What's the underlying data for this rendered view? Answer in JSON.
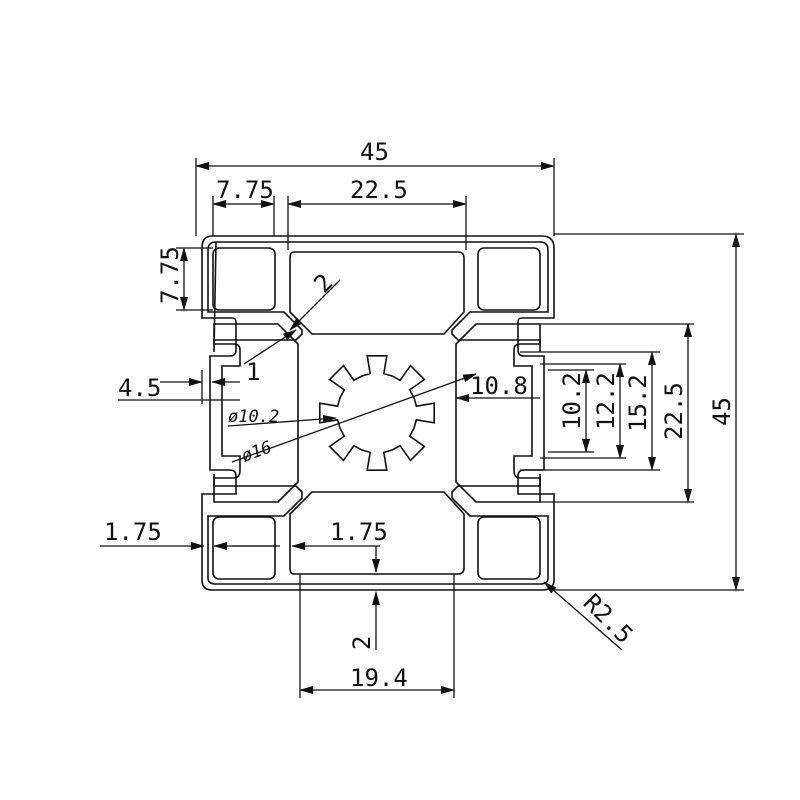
{
  "colors": {
    "ink": "#111111",
    "background": "#ffffff"
  },
  "dimensions": {
    "overall_width": "45",
    "overall_height": "45",
    "corner_pocket_width": "7.75",
    "corner_pocket_height": "7.75",
    "center_slot_width": "22.5",
    "web_thickness": "2",
    "slot_lip": "1",
    "slot_lip_offset": "4.5",
    "center_bore_small": "ø10.2",
    "center_bore_large": "ø16",
    "center_bore_offset": "10.8",
    "slot_opening": "10.2",
    "slot_mid": "12.2",
    "slot_inner": "15.2",
    "slot_depth": "22.5",
    "wall_left": "1.75",
    "wall_inner": "1.75",
    "wall_bottom": "2",
    "bottom_slot_width": "19.4",
    "corner_radius": "R2.5"
  }
}
